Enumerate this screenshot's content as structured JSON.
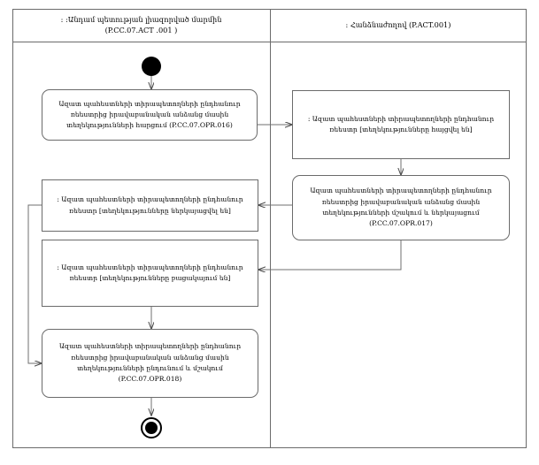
{
  "diagram": {
    "title_left": ": :Անդամ պետության լիազորված մարմին (P.CC.07.ACT .001 )",
    "title_right": ": Հանձնաժողով (P.ACT.001)",
    "lanes": [
      {
        "id": "lane-left",
        "line1": ": :Անդամ պետության լիազորված մարմին",
        "line2": "(P.CC.07.ACT .001 )"
      },
      {
        "id": "lane-right",
        "line1": ": Հանձնաժողով (P.ACT.001)",
        "line2": ""
      }
    ],
    "nodes": [
      {
        "id": "start",
        "kind": "initial",
        "lane": "lane-left",
        "label": ""
      },
      {
        "id": "opr016",
        "kind": "action",
        "lane": "lane-left",
        "label": "Ազատ պահեստների տիրապետողների ընդհանուր ռեեստրից իրավաբանական անձանց մասին տեղեկությունների հարցում (P.CC.07.OPR.016)",
        "code": "P.CC.07.OPR.016"
      },
      {
        "id": "state-requested",
        "kind": "state",
        "lane": "lane-right",
        "label": ": Ազատ պահեստների տիրապետողների ընդհանուր ռեեստր [տեղեկությունները հայցվել են]",
        "guard": "տեղեկությունները հայցվել են"
      },
      {
        "id": "opr017",
        "kind": "action",
        "lane": "lane-right",
        "label": "Ազատ պահեստների տիրապետողների ընդհանուր ռեեստրից իրավաբանական անձանց մասին տեղեկությունների մշակում և ներկայացում (P.CC.07.OPR.017)",
        "code": "P.CC.07.OPR.017"
      },
      {
        "id": "state-presented",
        "kind": "state",
        "lane": "lane-left",
        "label": ": Ազատ պահեստների տիրապետողների ընդհանուր ռեեստր [տեղեկությունները ներկայացվել են]",
        "guard": "տեղեկությունները ներկայացվել են"
      },
      {
        "id": "state-absent",
        "kind": "state",
        "lane": "lane-left",
        "label": ": Ազատ պահեստների տիրապետողների ընդհանուր ռեեստր [տեղեկությունները բացակայում են]",
        "guard": "տեղեկությունները բացակայում են"
      },
      {
        "id": "opr018",
        "kind": "action",
        "lane": "lane-left",
        "label": "Ազատ պահեստների տիրապետողների ընդհանուր ռեեստրից իրավաբանական անձանց մասին տեղեկությունների ընդունում և մշակում (P.CC.07.OPR.018)",
        "code": "P.CC.07.OPR.018"
      },
      {
        "id": "end",
        "kind": "final",
        "lane": "lane-left",
        "label": ""
      }
    ],
    "edges": [
      {
        "id": "e1",
        "from": "start",
        "to": "opr016"
      },
      {
        "id": "e2",
        "from": "opr016",
        "to": "state-requested"
      },
      {
        "id": "e3",
        "from": "state-requested",
        "to": "opr017"
      },
      {
        "id": "e4",
        "from": "opr017",
        "to": "state-presented"
      },
      {
        "id": "e5",
        "from": "opr017",
        "to": "state-absent"
      },
      {
        "id": "e6",
        "from": "state-presented",
        "to": "opr018"
      },
      {
        "id": "e7",
        "from": "state-absent",
        "to": "opr018"
      },
      {
        "id": "e8",
        "from": "opr018",
        "to": "end"
      }
    ],
    "colors": {
      "line": "#6b6b6b",
      "edge": "#5a5a5a",
      "node_fill": "#ffffff",
      "text": "#000000",
      "marker": "#000000"
    }
  }
}
